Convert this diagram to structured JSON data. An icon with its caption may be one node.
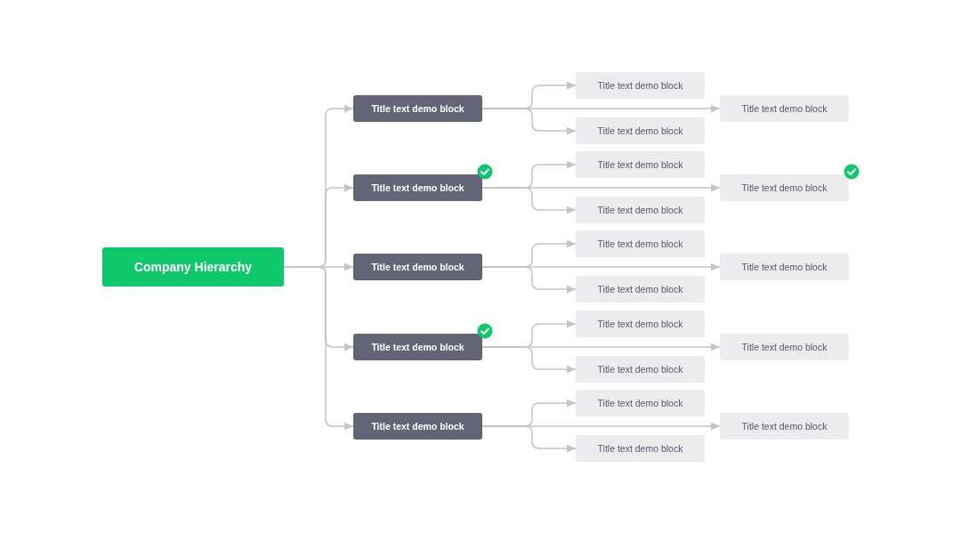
{
  "diagram": {
    "nodes": [
      {
        "text": [
          "Company Hierarchy"
        ]
      },
      {
        "text": [
          "Title text demo block"
        ]
      },
      {
        "text": [
          "Title text demo block"
        ]
      },
      {
        "text": [
          "Title text demo block"
        ]
      },
      {
        "text": [
          "Title text demo block"
        ]
      },
      {
        "text": [
          "Title text demo block"
        ]
      },
      {
        "text": [
          "Title text demo block"
        ]
      },
      {
        "text": [
          "Title text demo block"
        ]
      },
      {
        "text": [
          "Title text demo block"
        ]
      },
      {
        "text": [
          "Title text demo block"
        ]
      },
      {
        "text": [
          "Title text demo block"
        ]
      },
      {
        "text": [
          "Title text demo block"
        ]
      },
      {
        "text": [
          "Title text demo block"
        ]
      },
      {
        "text": [
          "Title text demo block"
        ]
      },
      {
        "text": [
          "Title text demo block"
        ]
      },
      {
        "text": [
          "Title text demo block"
        ]
      },
      {
        "text": [
          "Title text demo block"
        ]
      },
      {
        "text": [
          "Title text demo block"
        ]
      },
      {
        "text": [
          "Title text demo block"
        ]
      },
      {
        "text": [
          "Title text demo block"
        ]
      },
      {
        "text": [
          "Title text demo block"
        ]
      }
    ],
    "edges": [
      {
        "from": 0,
        "to": 1,
        "arrow": "to"
      },
      {
        "from": 1,
        "to": 2,
        "arrow": "to"
      },
      {
        "from": 1,
        "to": 3,
        "arrow": "to"
      },
      {
        "from": 1,
        "to": 4,
        "arrow": "to"
      },
      {
        "from": 0,
        "to": 5,
        "arrow": "to"
      },
      {
        "from": 5,
        "to": 6,
        "arrow": "to"
      },
      {
        "from": 5,
        "to": 7,
        "arrow": "to"
      },
      {
        "from": 5,
        "to": 8,
        "arrow": "to"
      },
      {
        "from": 0,
        "to": 9,
        "arrow": "to"
      },
      {
        "from": 9,
        "to": 10,
        "arrow": "to"
      },
      {
        "from": 9,
        "to": 11,
        "arrow": "to"
      },
      {
        "from": 9,
        "to": 12,
        "arrow": "to"
      },
      {
        "from": 0,
        "to": 13,
        "arrow": "to"
      },
      {
        "from": 13,
        "to": 14,
        "arrow": "to"
      },
      {
        "from": 13,
        "to": 15,
        "arrow": "to"
      },
      {
        "from": 13,
        "to": 16,
        "arrow": "to"
      },
      {
        "from": 0,
        "to": 17,
        "arrow": "to"
      },
      {
        "from": 17,
        "to": 18,
        "arrow": "to"
      },
      {
        "from": 17,
        "to": 19,
        "arrow": "to"
      },
      {
        "from": 17,
        "to": 20,
        "arrow": "to"
      }
    ]
  }
}
